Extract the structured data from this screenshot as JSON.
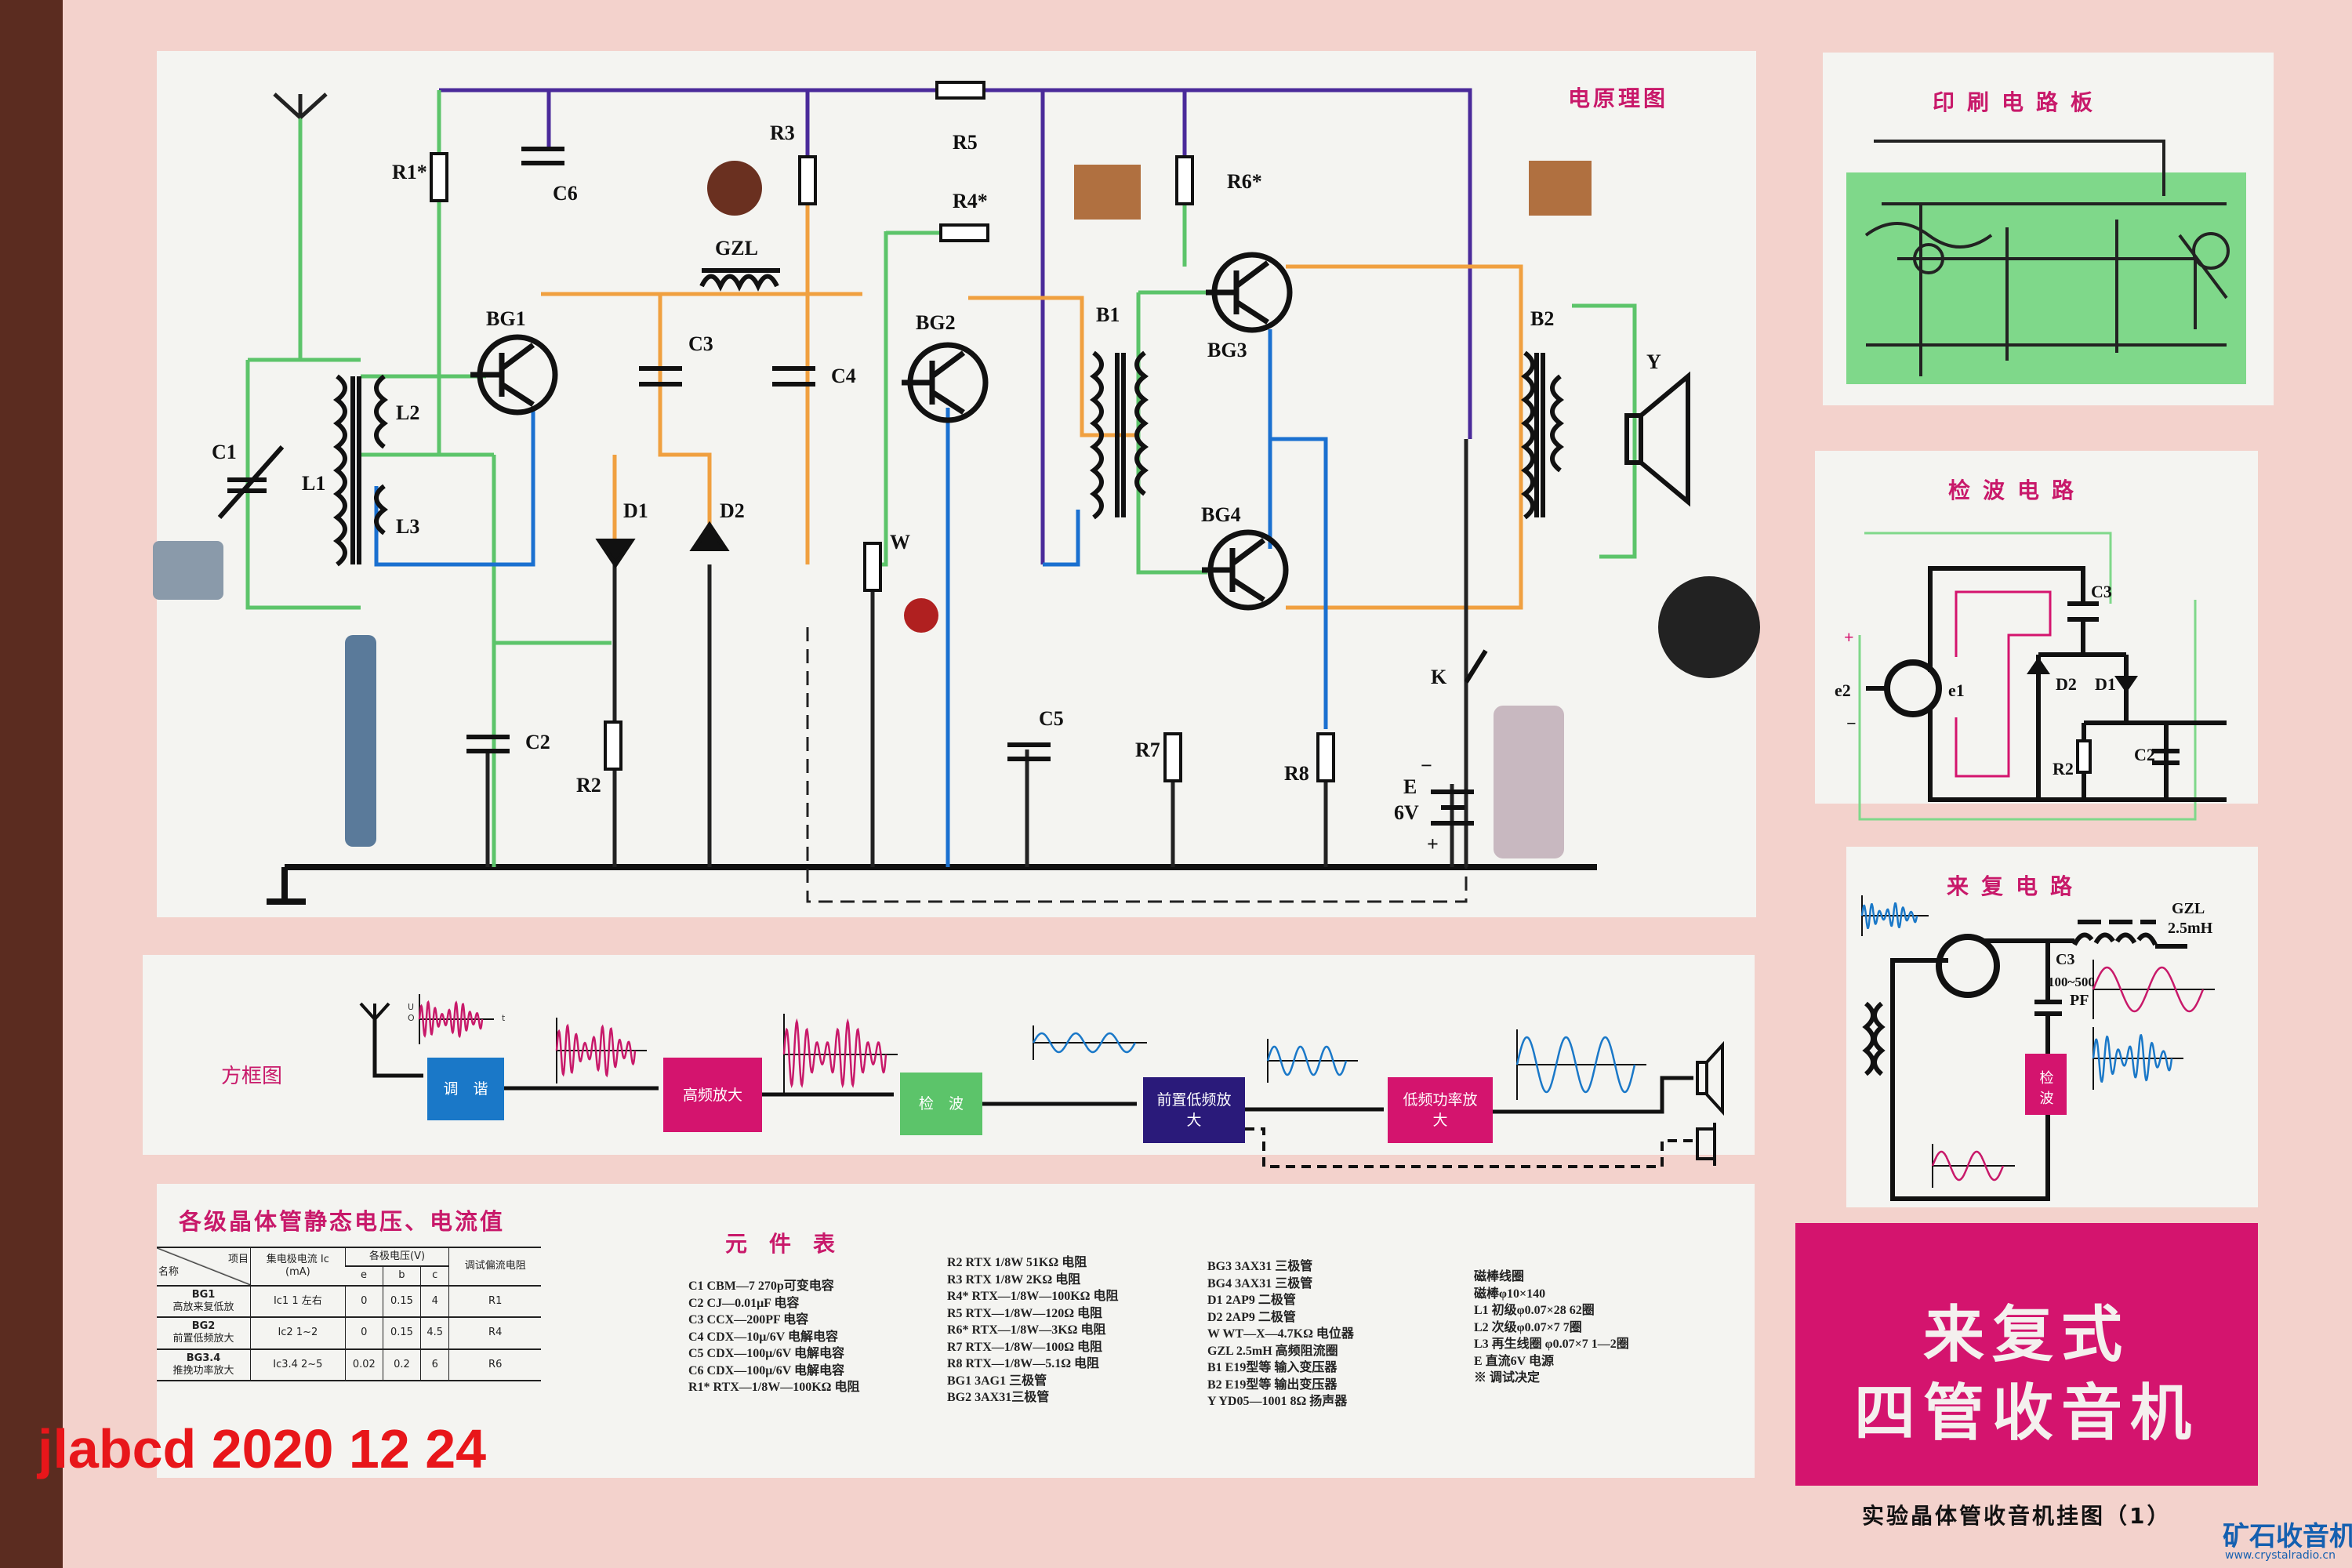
{
  "watermark": "jlabcd 2020 12 24",
  "schematic": {
    "title": "电原理图",
    "labels": {
      "r1": "R1*",
      "c6": "C6",
      "r3": "R3",
      "r5": "R5",
      "r4": "R4*",
      "gzl": "GZL",
      "bg1": "BG1",
      "c3": "C3",
      "c4": "C4",
      "bg2": "BG2",
      "b1": "B1",
      "r6": "R6*",
      "bg3": "BG3",
      "b2": "B2",
      "y": "Y",
      "c1": "C1",
      "l1": "L1",
      "l2": "L2",
      "l3": "L3",
      "d1": "D1",
      "d2": "D2",
      "w": "W",
      "bg4": "BG4",
      "k": "K",
      "c2": "C2",
      "r2": "R2",
      "c5": "C5",
      "r7": "R7",
      "r8": "R8",
      "e": "E",
      "v6": "6V",
      "minus": "−",
      "plus": "+"
    }
  },
  "pcb": {
    "title": "印刷电路板"
  },
  "detector": {
    "title": "检波电路",
    "labels": {
      "c3": "C3",
      "d1": "D1",
      "d2": "D2",
      "r2": "R2",
      "c2": "C2",
      "e1": "e1",
      "e2": "e2",
      "plus": "+",
      "minus": "−"
    }
  },
  "reflex": {
    "title": "来复电路",
    "gzl": "GZL",
    "gzl_value": "2.5mH",
    "c3": "C3",
    "c3_value": "100~500",
    "c3_unit": "PF",
    "detector_box": "检波"
  },
  "block_diagram": {
    "title": "方框图",
    "blocks": [
      "调　谐",
      "高频放大",
      "检　波",
      "前置低频放大",
      "低频功率放大"
    ],
    "axis_u": "U",
    "axis_o": "O",
    "axis_t": "t"
  },
  "bias_table": {
    "title": "各级晶体管静态电压、电流值",
    "header": {
      "item": "项目",
      "name": "名称",
      "ic": "集电极电流 Ic",
      "ic_unit": "(mA)",
      "voltage": "各极电压(V)",
      "e": "e",
      "b": "b",
      "c": "c",
      "resistor": "调试偏流电阻"
    },
    "rows": [
      {
        "tr": "BG1",
        "stage": "高放来复低放",
        "ic": "Ic1 1  左右",
        "e": "0",
        "b": "0.15",
        "c": "4",
        "r": "R1"
      },
      {
        "tr": "BG2",
        "stage": "前置低频放大",
        "ic": "Ic2 1~2",
        "e": "0",
        "b": "0.15",
        "c": "4.5",
        "r": "R4"
      },
      {
        "tr": "BG3.4",
        "stage": "推挽功率放大",
        "ic": "Ic3.4 2~5",
        "e": "0.02",
        "b": "0.2",
        "c": "6",
        "r": "R6"
      }
    ]
  },
  "parts": {
    "title": "元　件　表",
    "col1": [
      "C1 CBM—7 270p可变电容",
      "C2 CJ—0.01μF 电容",
      "C3 CCX—200PF 电容",
      "C4 CDX—10μ/6V 电解电容",
      "C5 CDX—100μ/6V 电解电容",
      "C6 CDX—100μ/6V 电解电容",
      "R1* RTX—1/8W—100KΩ 电阻"
    ],
    "col2": [
      "R2 RTX 1/8W 51KΩ 电阻",
      "R3 RTX 1/8W 2KΩ 电阻",
      "R4* RTX—1/8W—100KΩ 电阻",
      "R5 RTX—1/8W—120Ω 电阻",
      "R6* RTX—1/8W—3KΩ 电阻",
      "R7 RTX—1/8W—100Ω 电阻",
      "R8 RTX—1/8W—5.1Ω 电阻",
      "BG1 3AG1 三极管",
      "BG2 3AX31三极管"
    ],
    "col3": [
      "BG3 3AX31 三极管",
      "BG4 3AX31 三极管",
      "D1 2AP9 二极管",
      "D2 2AP9 二极管",
      "W WT—X—4.7KΩ 电位器",
      "GZL 2.5mH 高频阻流圈",
      "B1 E19型等 输入变压器",
      "B2 E19型等 输出变压器",
      "Y YD05—1001 8Ω 扬声器"
    ],
    "col4": [
      "磁棒线圈",
      "磁棒φ10×140",
      "L1 初级φ0.07×28 62圈",
      "L2 次级φ0.07×7 7圈",
      "L3 再生线圈 φ0.07×7 1—2圈",
      "E 直流6V 电源",
      "※ 调试决定"
    ]
  },
  "poster_title": {
    "line1": "来复式",
    "line2": "四管收音机",
    "subtitle": "实验晶体管收音机挂图（1）"
  },
  "logo": {
    "text": "矿石收音机",
    "url": "www.crystalradio.cn"
  },
  "colors": {
    "magenta": "#d4146e",
    "blue": "#1a78c8",
    "green": "#5cc46a",
    "navy": "#2a1a7a",
    "wire_purple": "#4a2a9a",
    "wire_orange": "#f0a040"
  }
}
